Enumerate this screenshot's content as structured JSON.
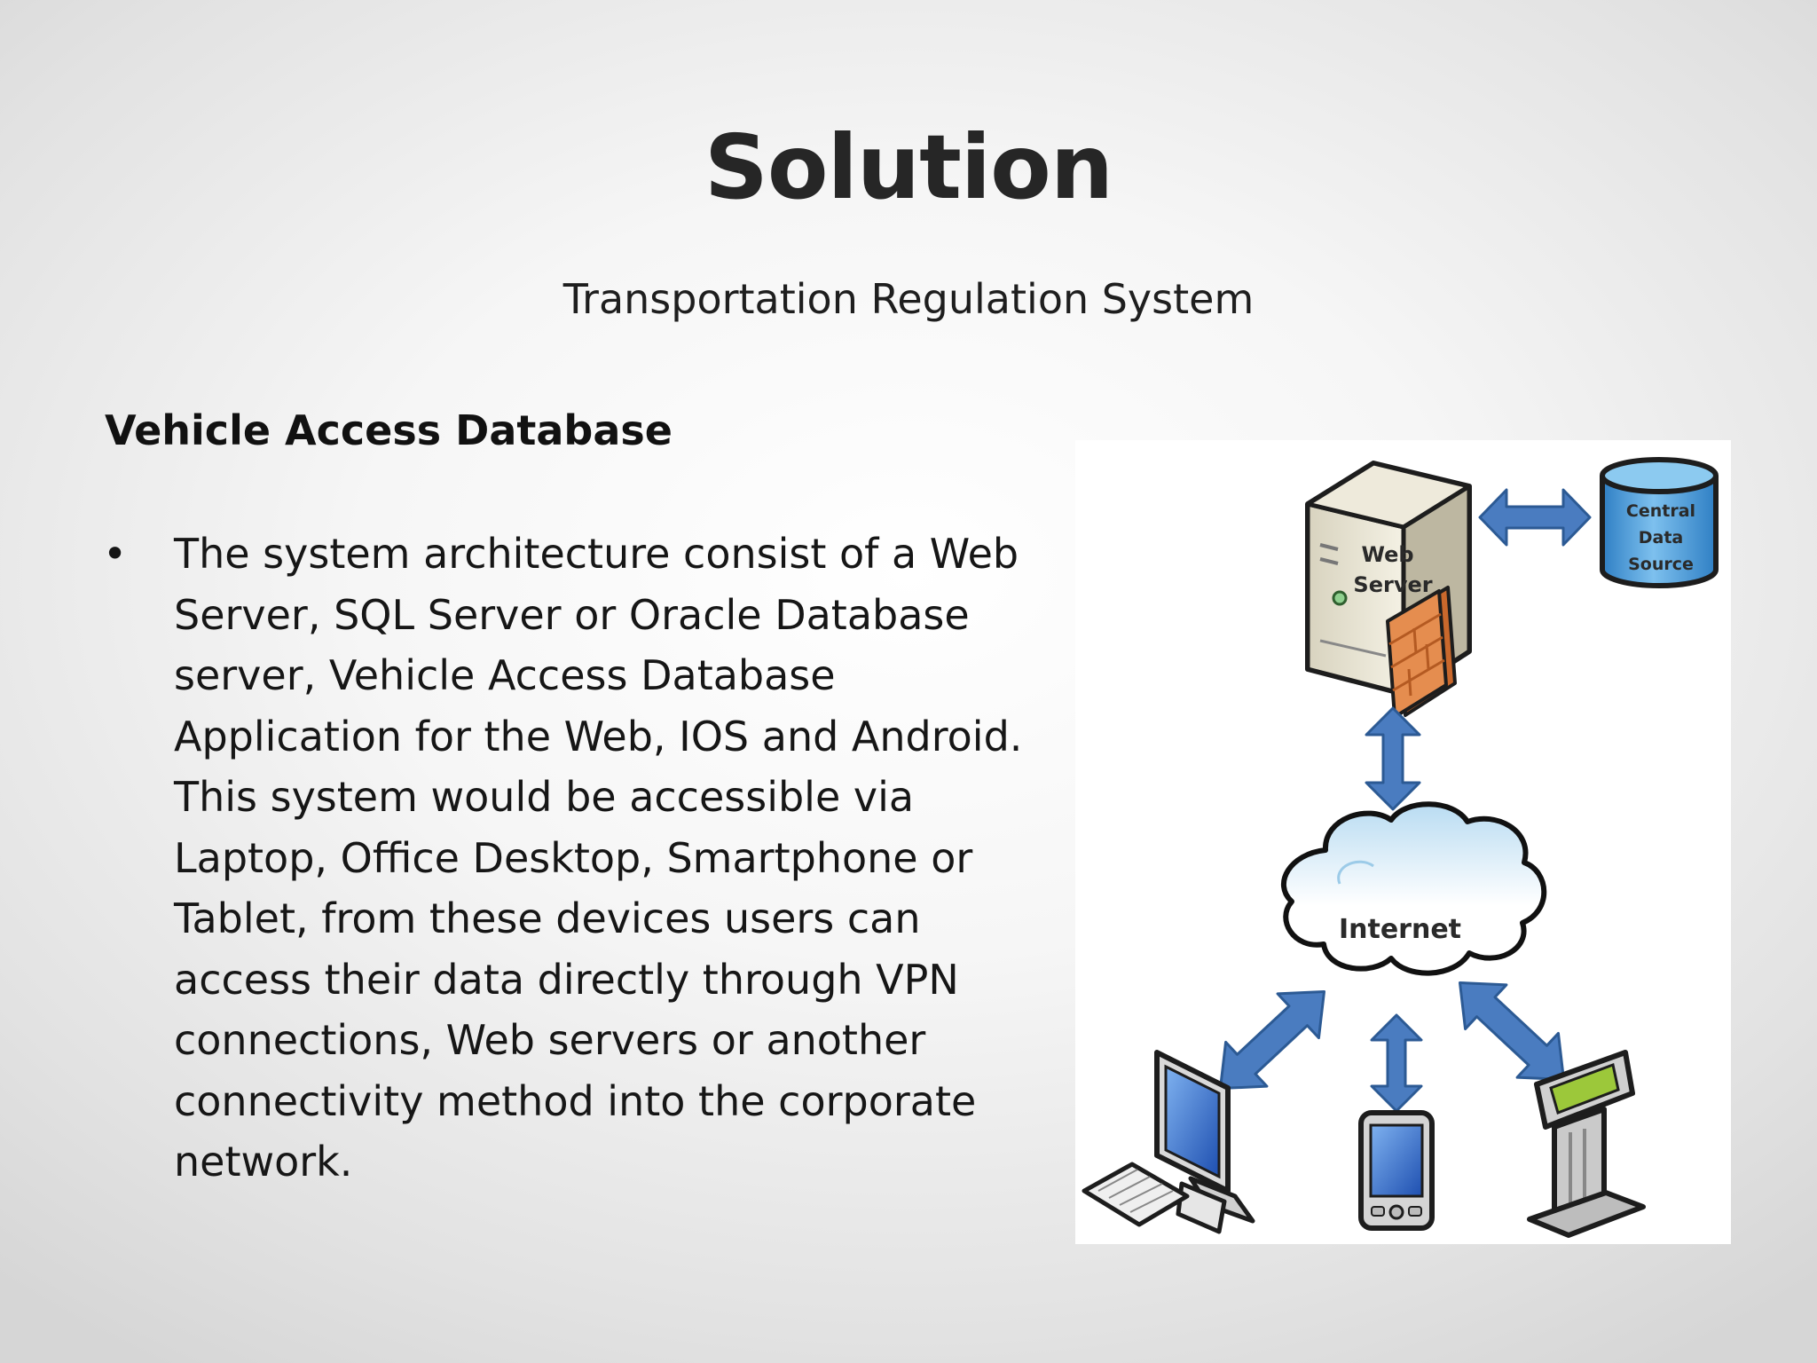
{
  "slide": {
    "title": "Solution",
    "subtitle": "Transportation Regulation System",
    "section_heading": "Vehicle Access Database",
    "bullets": [
      "The system architecture consist of a Web Server, SQL Server or Oracle Database server, Vehicle Access Database Application for the Web, IOS and Android.  This system would be accessible via Laptop, Office Desktop, Smartphone or Tablet, from these devices users can access their data directly through VPN connections, Web servers or another connectivity method into the corporate network."
    ],
    "bullet_symbol": "•"
  },
  "diagram": {
    "web_server_label_line1": "Web",
    "web_server_label_line2": "Server",
    "data_source_label_line1": "Central",
    "data_source_label_line2": "Data",
    "data_source_label_line3": "Source",
    "internet_label": "Internet",
    "icons": [
      "server-icon",
      "firewall-icon",
      "database-icon",
      "cloud-icon",
      "desktop-computer-icon",
      "smartphone-icon",
      "kiosk-icon",
      "keyboard-icon"
    ],
    "colors": {
      "arrow": "#4a7cc0",
      "database": "#3d8fd0",
      "firewall": "#e0874a",
      "screen": "#2e66c4",
      "kiosk_screen": "#9cc83a"
    }
  }
}
